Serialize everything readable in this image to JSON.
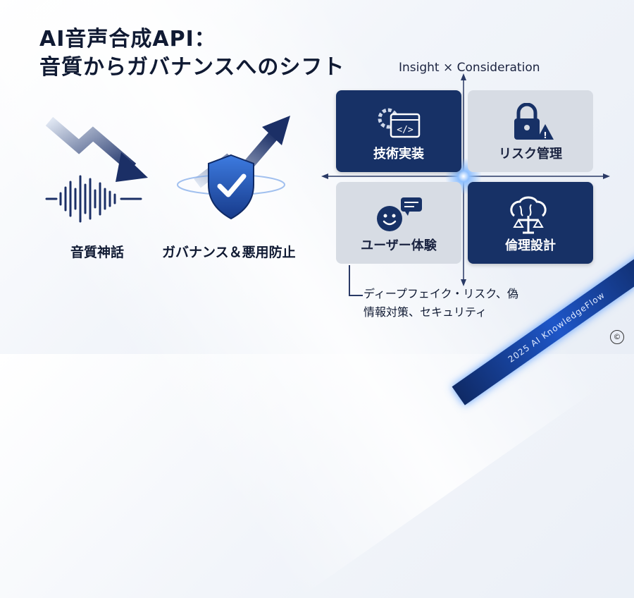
{
  "title": {
    "line1": "AI音声合成API：",
    "line2": "音質からガバナンスへのシフト"
  },
  "left": {
    "caption1": "音質神話",
    "caption2": "ガバナンス＆悪用防止",
    "icons": [
      "down-arrow-icon",
      "sound-wave-icon",
      "up-arrow-icon",
      "shield-check-icon"
    ]
  },
  "quadrant": {
    "header": "Insight × Consideration",
    "items": [
      {
        "label": "技術実装",
        "icon": "gear-code-icon",
        "style": "dark"
      },
      {
        "label": "リスク管理",
        "icon": "lock-warning-icon",
        "style": "light"
      },
      {
        "label": "ユーザー体験",
        "icon": "smile-chat-icon",
        "style": "light"
      },
      {
        "label": "倫理設計",
        "icon": "brain-scale-icon",
        "style": "dark"
      }
    ]
  },
  "note": {
    "line1": "ディープフェイク・リスク、偽",
    "line2": "情報対策、セキュリティ"
  },
  "ribbon": "2025 AI KnowledgeFlow",
  "copyright": "©",
  "colors": {
    "navy": "#173166",
    "light": "#d7dce4",
    "accent": "#1e56c8"
  }
}
